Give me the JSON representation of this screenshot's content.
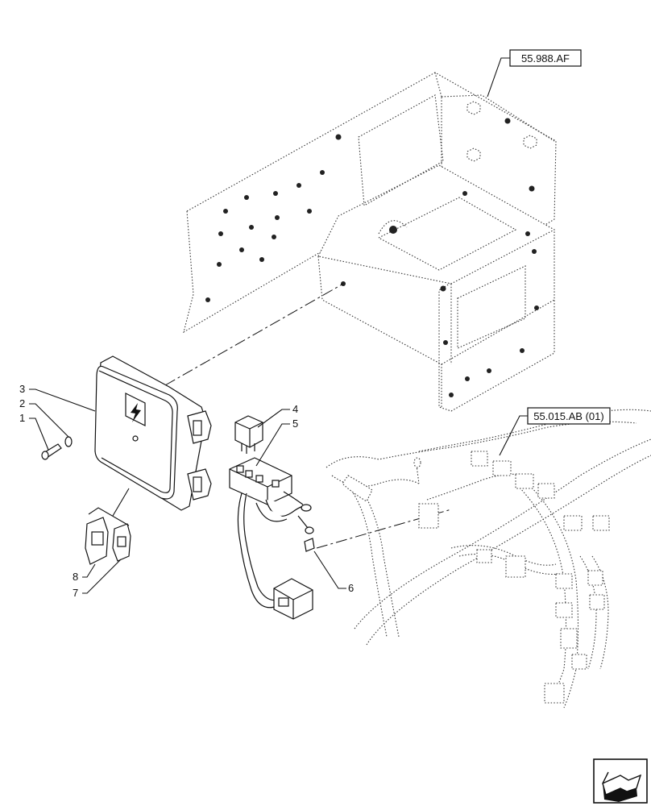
{
  "references": {
    "ref_frame": "55.988.AF",
    "ref_harness": "55.015.AB (01)"
  },
  "callouts": {
    "c1": "1",
    "c2": "2",
    "c3": "3",
    "c4": "4",
    "c5": "5",
    "c6": "6",
    "c7": "7",
    "c8": "8"
  },
  "icons": {
    "lightning": "lightning-icon",
    "navigation": "next-page-arrow-icon"
  }
}
